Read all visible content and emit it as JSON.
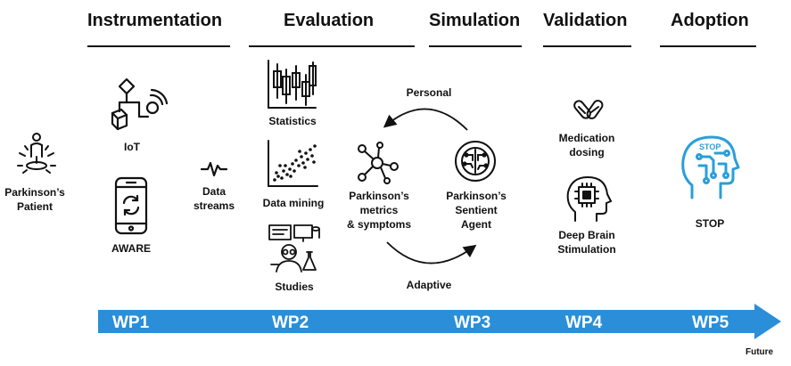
{
  "phases": [
    {
      "title": "Instrumentation"
    },
    {
      "title": "Evaluation"
    },
    {
      "title": "Simulation"
    },
    {
      "title": "Validation"
    },
    {
      "title": "Adoption"
    }
  ],
  "nodes": {
    "patient": "Parkinson’s\nPatient",
    "iot": "IoT",
    "aware": "AWARE",
    "data_streams": "Data\nstreams",
    "statistics": "Statistics",
    "data_mining": "Data mining",
    "studies": "Studies",
    "metrics": "Parkinson’s\nmetrics\n& symptoms",
    "sentient_agent": "Parkinson’s\nSentient\nAgent",
    "medication": "Medication\ndosing",
    "dbs": "Deep Brain\nStimulation",
    "stop": "STOP",
    "stop_logo_text": "STOP"
  },
  "cycle": {
    "top_label": "Personal",
    "bottom_label": "Adaptive"
  },
  "timeline": {
    "work_packages": [
      "WP1",
      "WP2",
      "WP3",
      "WP4",
      "WP5"
    ],
    "end_label": "Future",
    "color": "#2a8fd8"
  },
  "colors": {
    "ink": "#111111",
    "stop_blue": "#2a9fd8"
  }
}
